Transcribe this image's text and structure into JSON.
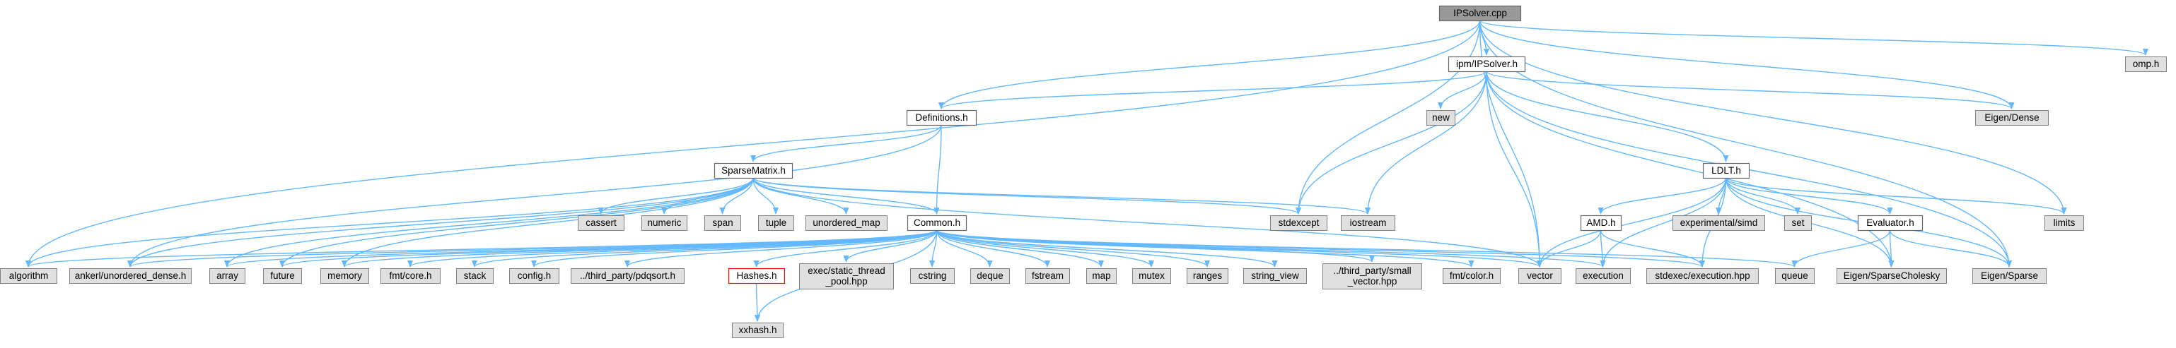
{
  "title": "IPSolver.cpp",
  "colors": {
    "edge": "#63b8ff",
    "root_fill": "#999999",
    "local_fill": "#ffffff",
    "external_fill": "#e0e0e0",
    "border": "#666666",
    "missing_border": "#ff0000"
  },
  "nodes": [
    {
      "id": "ipsolver_cpp",
      "label": "IPSolver.cpp",
      "kind": "root"
    },
    {
      "id": "ipm_ipsolver_h",
      "label": "ipm/IPSolver.h",
      "kind": "local"
    },
    {
      "id": "omp_h",
      "label": "omp.h",
      "kind": "external"
    },
    {
      "id": "definitions_h",
      "label": "Definitions.h",
      "kind": "local"
    },
    {
      "id": "new",
      "label": "new",
      "kind": "external"
    },
    {
      "id": "eigen_dense",
      "label": "Eigen/Dense",
      "kind": "external"
    },
    {
      "id": "sparsematrix_h",
      "label": "SparseMatrix.h",
      "kind": "local"
    },
    {
      "id": "ldlt_h",
      "label": "LDLT.h",
      "kind": "local"
    },
    {
      "id": "cassert",
      "label": "cassert",
      "kind": "external"
    },
    {
      "id": "numeric",
      "label": "numeric",
      "kind": "external"
    },
    {
      "id": "span",
      "label": "span",
      "kind": "external"
    },
    {
      "id": "tuple",
      "label": "tuple",
      "kind": "external"
    },
    {
      "id": "unordered_map",
      "label": "unordered_map",
      "kind": "external"
    },
    {
      "id": "stdexcept",
      "label": "stdexcept",
      "kind": "external"
    },
    {
      "id": "iostream",
      "label": "iostream",
      "kind": "external"
    },
    {
      "id": "common_h",
      "label": "Common.h",
      "kind": "local"
    },
    {
      "id": "amd_h",
      "label": "AMD.h",
      "kind": "local"
    },
    {
      "id": "experimental_simd",
      "label": "experimental/simd",
      "kind": "external"
    },
    {
      "id": "set",
      "label": "set",
      "kind": "external"
    },
    {
      "id": "evaluator_h",
      "label": "Evaluator.h",
      "kind": "local"
    },
    {
      "id": "limits",
      "label": "limits",
      "kind": "external"
    },
    {
      "id": "algorithm",
      "label": "algorithm",
      "kind": "external"
    },
    {
      "id": "ankerl",
      "label": "ankerl/unordered_dense.h",
      "kind": "external"
    },
    {
      "id": "array",
      "label": "array",
      "kind": "external"
    },
    {
      "id": "future",
      "label": "future",
      "kind": "external"
    },
    {
      "id": "memory",
      "label": "memory",
      "kind": "external"
    },
    {
      "id": "fmt_core",
      "label": "fmt/core.h",
      "kind": "external"
    },
    {
      "id": "stack",
      "label": "stack",
      "kind": "external"
    },
    {
      "id": "config_h",
      "label": "config.h",
      "kind": "external"
    },
    {
      "id": "pdqsort",
      "label": "../third_party/pdqsort.h",
      "kind": "external"
    },
    {
      "id": "hashes_h",
      "label": "Hashes.h",
      "kind": "missing"
    },
    {
      "id": "static_thread_pool",
      "label": [
        "exec/static_thread",
        "_pool.hpp"
      ],
      "kind": "external"
    },
    {
      "id": "cstring",
      "label": "cstring",
      "kind": "external"
    },
    {
      "id": "deque",
      "label": "deque",
      "kind": "external"
    },
    {
      "id": "fstream",
      "label": "fstream",
      "kind": "external"
    },
    {
      "id": "map",
      "label": "map",
      "kind": "external"
    },
    {
      "id": "mutex",
      "label": "mutex",
      "kind": "external"
    },
    {
      "id": "ranges",
      "label": "ranges",
      "kind": "external"
    },
    {
      "id": "string_view",
      "label": "string_view",
      "kind": "external"
    },
    {
      "id": "small_vector",
      "label": [
        "../third_party/small",
        "_vector.hpp"
      ],
      "kind": "external"
    },
    {
      "id": "fmt_color",
      "label": "fmt/color.h",
      "kind": "external"
    },
    {
      "id": "vector",
      "label": "vector",
      "kind": "external"
    },
    {
      "id": "execution",
      "label": "execution",
      "kind": "external"
    },
    {
      "id": "stdexec",
      "label": "stdexec/execution.hpp",
      "kind": "external"
    },
    {
      "id": "queue",
      "label": "queue",
      "kind": "external"
    },
    {
      "id": "sparse_cholesky",
      "label": "Eigen/SparseCholesky",
      "kind": "external"
    },
    {
      "id": "eigen_sparse",
      "label": "Eigen/Sparse",
      "kind": "external"
    },
    {
      "id": "xxhash_h",
      "label": "xxhash.h",
      "kind": "external"
    }
  ],
  "edges": [
    [
      "ipsolver_cpp",
      "ipm_ipsolver_h"
    ],
    [
      "ipsolver_cpp",
      "omp_h"
    ],
    [
      "ipsolver_cpp",
      "definitions_h"
    ],
    [
      "ipsolver_cpp",
      "eigen_dense"
    ],
    [
      "ipsolver_cpp",
      "stdexcept"
    ],
    [
      "ipsolver_cpp",
      "vector"
    ],
    [
      "ipsolver_cpp",
      "algorithm"
    ],
    [
      "ipsolver_cpp",
      "limits"
    ],
    [
      "ipsolver_cpp",
      "eigen_sparse"
    ],
    [
      "ipm_ipsolver_h",
      "definitions_h"
    ],
    [
      "ipm_ipsolver_h",
      "new"
    ],
    [
      "ipm_ipsolver_h",
      "eigen_dense"
    ],
    [
      "ipm_ipsolver_h",
      "ldlt_h"
    ],
    [
      "ipm_ipsolver_h",
      "stdexcept"
    ],
    [
      "ipm_ipsolver_h",
      "iostream"
    ],
    [
      "ipm_ipsolver_h",
      "vector"
    ],
    [
      "ipm_ipsolver_h",
      "sparse_cholesky"
    ],
    [
      "ipm_ipsolver_h",
      "eigen_sparse"
    ],
    [
      "definitions_h",
      "sparsematrix_h"
    ],
    [
      "definitions_h",
      "common_h"
    ],
    [
      "definitions_h",
      "ankerl"
    ],
    [
      "sparsematrix_h",
      "cassert"
    ],
    [
      "sparsematrix_h",
      "numeric"
    ],
    [
      "sparsematrix_h",
      "span"
    ],
    [
      "sparsematrix_h",
      "tuple"
    ],
    [
      "sparsematrix_h",
      "unordered_map"
    ],
    [
      "sparsematrix_h",
      "stdexcept"
    ],
    [
      "sparsematrix_h",
      "iostream"
    ],
    [
      "sparsematrix_h",
      "common_h"
    ],
    [
      "sparsematrix_h",
      "algorithm"
    ],
    [
      "sparsematrix_h",
      "ankerl"
    ],
    [
      "sparsematrix_h",
      "array"
    ],
    [
      "sparsematrix_h",
      "future"
    ],
    [
      "sparsematrix_h",
      "memory"
    ],
    [
      "sparsematrix_h",
      "vector"
    ],
    [
      "ldlt_h",
      "amd_h"
    ],
    [
      "ldlt_h",
      "experimental_simd"
    ],
    [
      "ldlt_h",
      "set"
    ],
    [
      "ldlt_h",
      "evaluator_h"
    ],
    [
      "ldlt_h",
      "limits"
    ],
    [
      "ldlt_h",
      "vector"
    ],
    [
      "ldlt_h",
      "execution"
    ],
    [
      "ldlt_h",
      "stdexec"
    ],
    [
      "ldlt_h",
      "sparse_cholesky"
    ],
    [
      "ldlt_h",
      "eigen_sparse"
    ],
    [
      "amd_h",
      "vector"
    ],
    [
      "amd_h",
      "execution"
    ],
    [
      "amd_h",
      "stdexec"
    ],
    [
      "evaluator_h",
      "queue"
    ],
    [
      "evaluator_h",
      "sparse_cholesky"
    ],
    [
      "evaluator_h",
      "eigen_sparse"
    ],
    [
      "common_h",
      "algorithm"
    ],
    [
      "common_h",
      "ankerl"
    ],
    [
      "common_h",
      "array"
    ],
    [
      "common_h",
      "future"
    ],
    [
      "common_h",
      "memory"
    ],
    [
      "common_h",
      "fmt_core"
    ],
    [
      "common_h",
      "stack"
    ],
    [
      "common_h",
      "config_h"
    ],
    [
      "common_h",
      "pdqsort"
    ],
    [
      "common_h",
      "hashes_h"
    ],
    [
      "common_h",
      "static_thread_pool"
    ],
    [
      "common_h",
      "cstring"
    ],
    [
      "common_h",
      "deque"
    ],
    [
      "common_h",
      "fstream"
    ],
    [
      "common_h",
      "map"
    ],
    [
      "common_h",
      "mutex"
    ],
    [
      "common_h",
      "ranges"
    ],
    [
      "common_h",
      "string_view"
    ],
    [
      "common_h",
      "small_vector"
    ],
    [
      "common_h",
      "fmt_color"
    ],
    [
      "common_h",
      "vector"
    ],
    [
      "common_h",
      "execution"
    ],
    [
      "common_h",
      "stdexec"
    ],
    [
      "common_h",
      "queue"
    ],
    [
      "common_h",
      "xxhash_h"
    ],
    [
      "hashes_h",
      "xxhash_h"
    ]
  ]
}
